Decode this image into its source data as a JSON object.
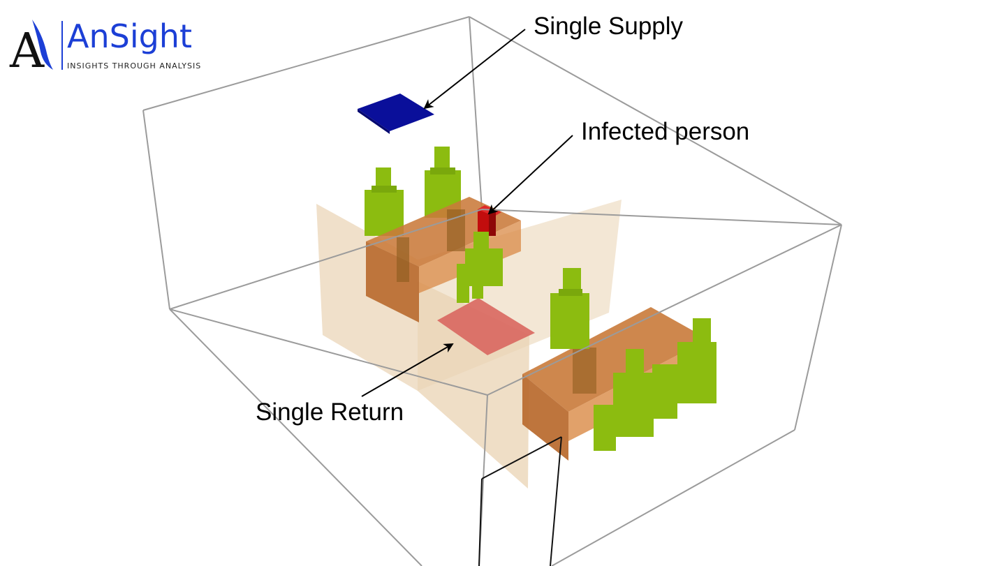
{
  "logo": {
    "name": "AnSight",
    "tagline": "INSIGHTS THROUGH ANALYSIS",
    "brand_color": "#1c3fd6"
  },
  "callouts": {
    "supply": "Single Supply",
    "infected": "Infected person",
    "return": "Single Return"
  },
  "colors": {
    "supply_vent": "#0a0f9a",
    "return_vent": "#d9675f",
    "infected_person": "#c20d0d",
    "occupants": "#8cbc10",
    "desks": "#c97a3a",
    "partitions": "#e9d3b3",
    "room_outline": "#9b9b9b"
  },
  "icons": {
    "logo_mark": "stylized-a-logo-icon"
  }
}
